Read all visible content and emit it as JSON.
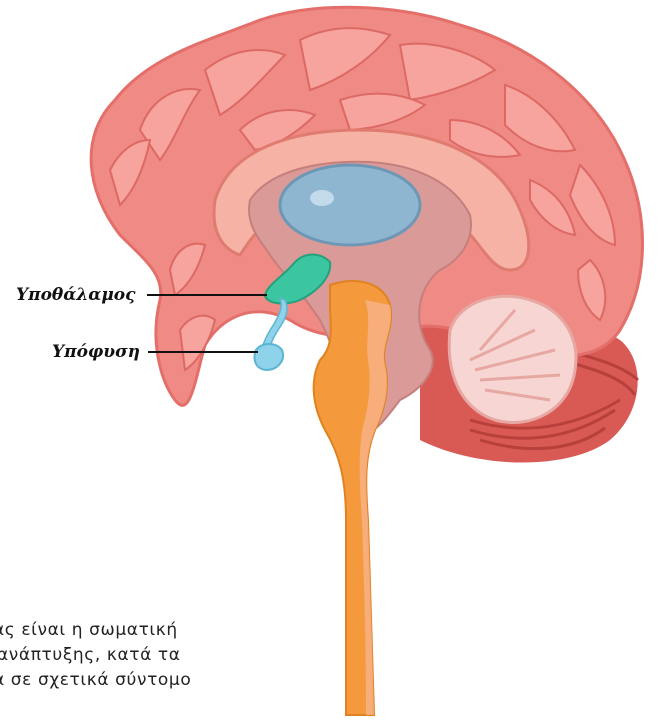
{
  "labels": {
    "hypothalamus": "Υποθάλαμος",
    "pituitary": "Υπόφυση"
  },
  "paragraph": {
    "line1": "ας είναι η σωματική",
    "line2": "ανάπτυξης, κατά τα",
    "line3": "α σε σχετικά σύντομο"
  },
  "colors": {
    "cerebrum": "#f08a84",
    "cerebrum_dark": "#e46f6a",
    "corpus": "#f6b2a4",
    "ventricle": "#8fb6d1",
    "brainstem": "#f59a3c",
    "cerebellum": "#f7d5d2",
    "hypothalamus": "#3cc6a0",
    "pituitary": "#8fd3ea"
  }
}
